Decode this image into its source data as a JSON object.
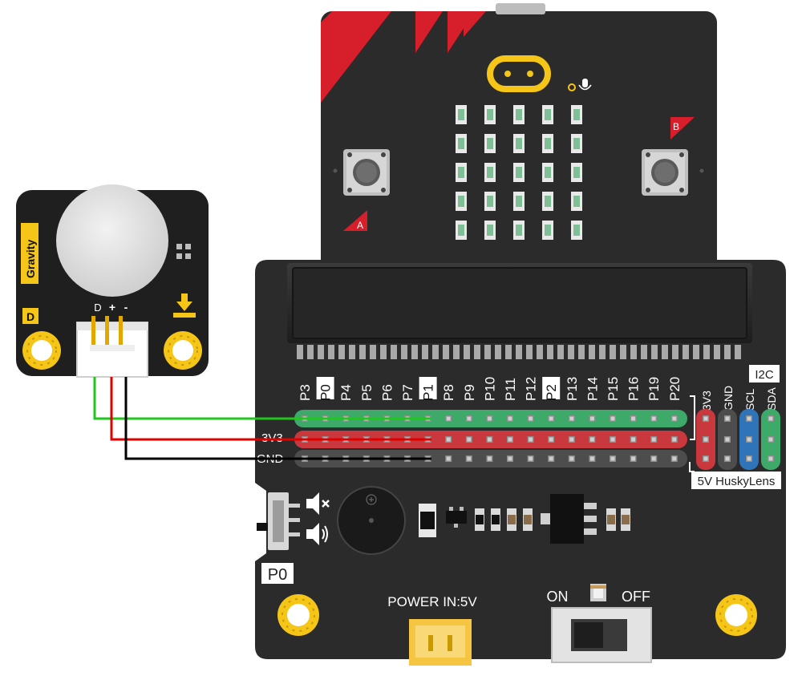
{
  "sensor": {
    "brand": "Gravity",
    "type_badge": "D",
    "pins": [
      "D",
      "+",
      "-"
    ]
  },
  "microbit": {
    "button_a": "A",
    "button_b": "B"
  },
  "expansion": {
    "top_pins": [
      "P3",
      "P0",
      "P4",
      "P5",
      "P6",
      "P7",
      "P1",
      "P8",
      "P9",
      "P10",
      "P11",
      "P12",
      "P2",
      "P13",
      "P14",
      "P15",
      "P16",
      "P19",
      "P20"
    ],
    "highlighted_pins": [
      "P0",
      "P1",
      "P2"
    ],
    "row_labels": {
      "power": "3V3",
      "ground": "GND"
    },
    "i2c_label": "I2C",
    "i2c_pins": [
      "3V3",
      "GND",
      "SCL",
      "SDA"
    ],
    "huskylens_label": "5V HuskyLens",
    "p0_label": "P0",
    "power_in_label": "POWER IN:5V",
    "switch_on": "ON",
    "switch_off": "OFF"
  },
  "wires": [
    {
      "color": "green",
      "hex": "#22c51e",
      "from": "D",
      "to": "P1 signal"
    },
    {
      "color": "red",
      "hex": "#e00000",
      "from": "+",
      "to": "P1 3V3"
    },
    {
      "color": "black",
      "hex": "#000000",
      "from": "-",
      "to": "P1 GND"
    }
  ],
  "colors": {
    "board": "#2b2b2b",
    "accent_red": "#d71e2b",
    "gold": "#f5c518",
    "signal_row": "#3daa6a",
    "power_row": "#c8383d",
    "ground_row": "#4d4d4d",
    "i2c_blue": "#2f73b8"
  }
}
